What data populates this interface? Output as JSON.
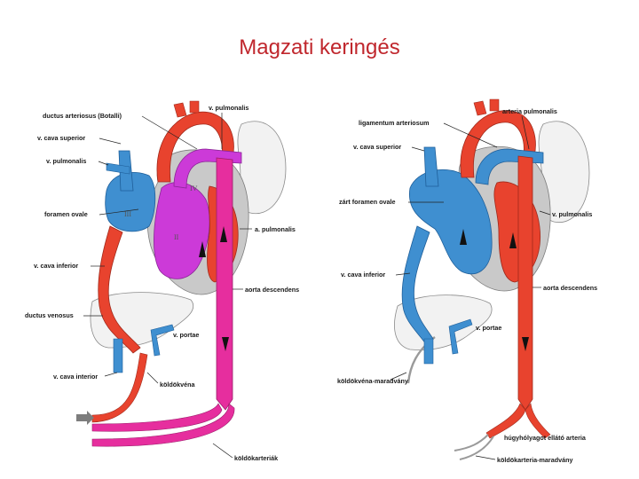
{
  "slide": {
    "title": "Magzati keringés"
  },
  "colors": {
    "arterial": "#e8432e",
    "venous": "#3f8fd0",
    "mixed": "#e62e9e",
    "heart_mixed": "#cc3ad8",
    "tissue": "#f2f2f2",
    "tissue_stroke": "#8a8a8a",
    "heart_wall": "#c9c9c9",
    "title": "#c0272d"
  },
  "fetal": {
    "labels": {
      "ductus_arteriosus": "ductus arteriosus (Botalli)",
      "vcs": "v. cava superior",
      "vpulm_left": "v. pulmonalis",
      "vpulm_top": "v. pulmonalis",
      "foramen_ovale": "foramen ovale",
      "a_pulmonalis": "a. pulmonalis",
      "vci_upper": "v. cava inferior",
      "aorta_desc": "aorta descendens",
      "ductus_venosus": "ductus venosus",
      "v_portae": "v. portae",
      "vci_lower": "v. cava interior",
      "koldokvena": "köldökvéna",
      "koldokarteriak": "köldökarteriák"
    },
    "numerals": {
      "ra": "III",
      "la": "IV",
      "lv": "II"
    }
  },
  "adult": {
    "labels": {
      "arteria_pulmonalis": "arteria pulmonalis",
      "ligamentum": "ligamentum arteriosum",
      "vcs": "v. cava superior",
      "zart_foramen": "zárt foramen ovale",
      "vpulm": "v. pulmonalis",
      "vci": "v. cava inferior",
      "aorta_desc": "aorta descendens",
      "v_portae": "v. portae",
      "koldokvena_maradvany": "köldökvéna-maradvány",
      "hugyholyag": "húgyhólyagot ellátó arteria",
      "koldokarteria_maradvany": "köldökarteria-maradvány"
    }
  }
}
